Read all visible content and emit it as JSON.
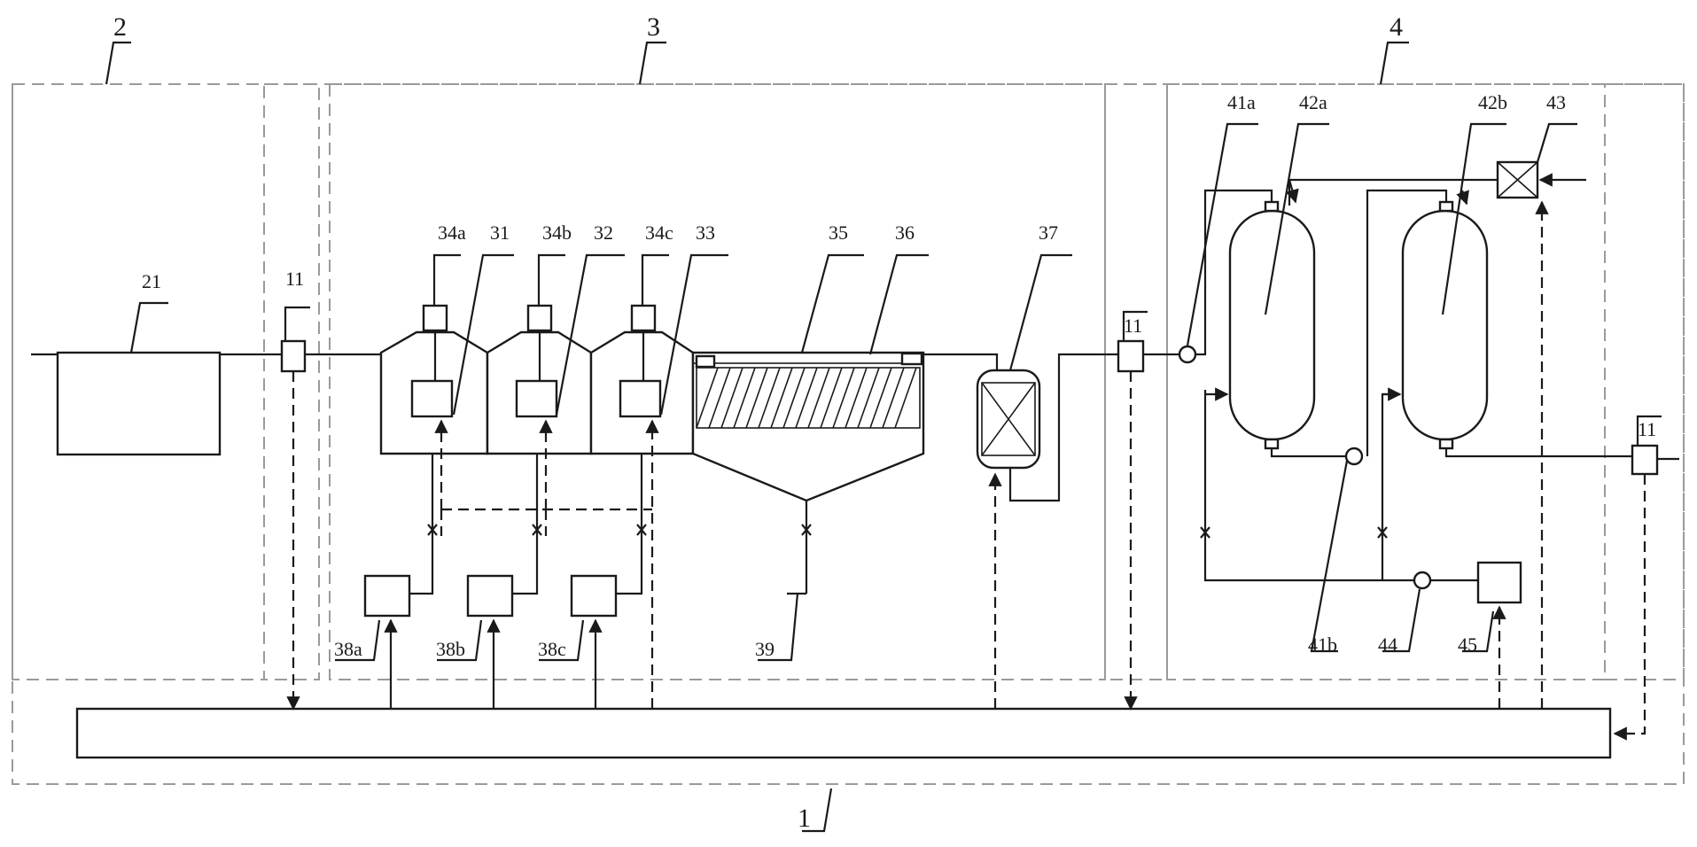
{
  "diagram": {
    "subsystem_labels": {
      "control_system": "1",
      "pretreatment": "2",
      "treatment": "3",
      "regeneration": "4"
    },
    "component_labels": {
      "tank_21": "21",
      "sensor_11": "11",
      "dosing_34a": "34a",
      "reactor_31": "31",
      "dosing_34b": "34b",
      "reactor_32": "32",
      "dosing_34c": "34c",
      "reactor_33": "33",
      "settler_35": "35",
      "weir_36": "36",
      "filter_37": "37",
      "pump_41a": "41a",
      "column_42a": "42a",
      "column_42b": "42b",
      "unit_43": "43",
      "pump_41b": "41b",
      "pump_44": "44",
      "tank_45": "45",
      "chem_tank_38a": "38a",
      "chem_tank_38b": "38b",
      "chem_tank_38c": "38c",
      "outlet_39": "39"
    }
  }
}
